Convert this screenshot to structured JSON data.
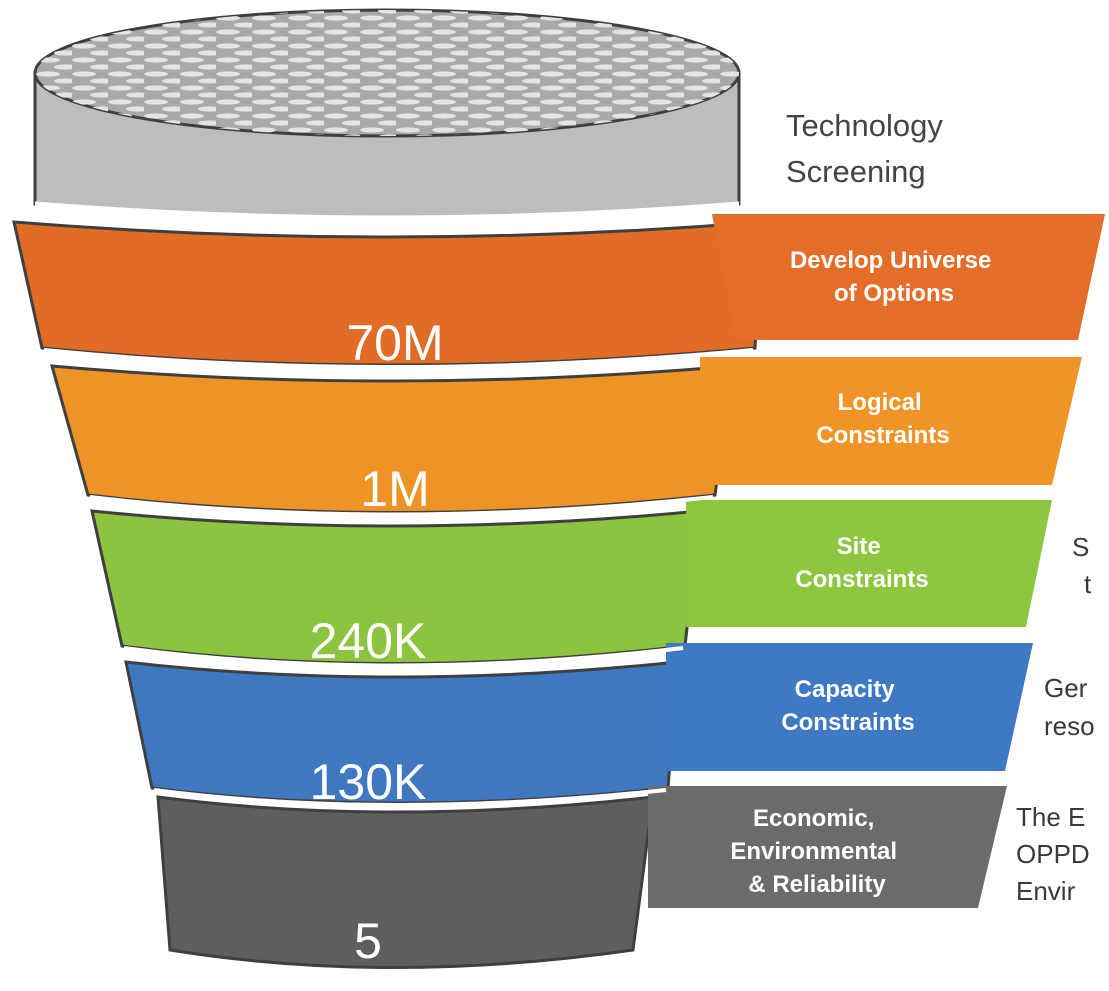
{
  "diagram": {
    "top_label": [
      "Technology",
      "Screening"
    ],
    "stages": [
      {
        "count": "70M",
        "label": [
          "Develop Universe",
          "of Options"
        ],
        "color": "#e06c26",
        "band_color": "#e46d27"
      },
      {
        "count": "1M",
        "label": [
          "Logical",
          "Constraints"
        ],
        "color": "#ee9325",
        "band_color": "#f19427"
      },
      {
        "count": "240K",
        "label": [
          "Site",
          "Constraints"
        ],
        "color": "#8cc43f",
        "band_color": "#8dc63f"
      },
      {
        "count": "130K",
        "label": [
          "Capacity",
          "Constraints"
        ],
        "color": "#3f78c1",
        "band_color": "#3f79c3"
      },
      {
        "count": "5",
        "label": [
          "Economic,",
          "Environmental",
          "& Reliability"
        ],
        "color": "#5e5e5e",
        "band_color": "#6b6b6b"
      }
    ],
    "side_notes": [
      {
        "lines": [
          "S",
          "t"
        ]
      },
      {
        "lines": [
          "Ger",
          "reso"
        ]
      },
      {
        "lines": [
          "The E",
          "OPPD",
          "Envir"
        ]
      }
    ],
    "colors": {
      "cylinder_body": "#bcbcbc",
      "cylinder_top": "#a7a7a7",
      "perforation": "#e3e3e3",
      "outline": "#3f3f3f"
    }
  }
}
